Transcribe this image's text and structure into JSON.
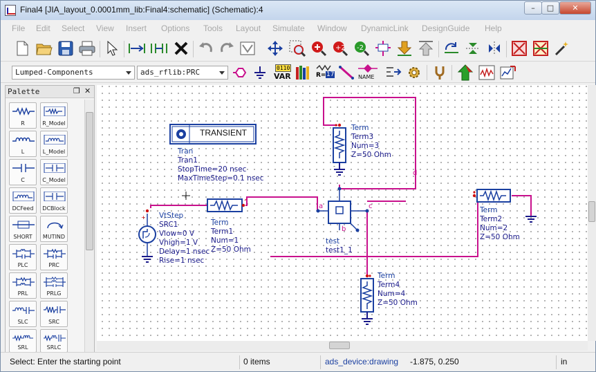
{
  "window": {
    "title": "Final4 [JIA_layout_0.0001mm_lib:Final4:schematic] (Schematic):4",
    "controls": [
      "–",
      "□",
      "✕"
    ]
  },
  "menu": [
    "File",
    "Edit",
    "Select",
    "View",
    "Insert",
    "Options",
    "Tools",
    "Layout",
    "Simulate",
    "Window",
    "DynamicLink",
    "DesignGuide",
    "Help"
  ],
  "toolbar2": {
    "library_combo": "Lumped-Components",
    "model_combo": "ads_rflib:PRC",
    "var_label": "VAR",
    "var_top": "0110",
    "r_label": "R=",
    "r_value": "17",
    "name_label": "NAME"
  },
  "palette": {
    "title": "Palette",
    "items": [
      "R",
      "R_Model",
      "L",
      "L_Model",
      "C",
      "C_Model",
      "DCFeed",
      "DCBlock",
      "SHORT",
      "MUTIND",
      "PLC",
      "PRC",
      "PRL",
      "PRLG",
      "SLC",
      "SRC",
      "SRL",
      "SRLC"
    ]
  },
  "schematic": {
    "tran": {
      "box_label": "TRANSIENT",
      "lines": [
        "Tran",
        "Tran1",
        "StopTime=20 nsec",
        "MaxTimeStep=0.1 nsec"
      ]
    },
    "src": {
      "lines": [
        "VtStep",
        "SRC1",
        "Vlow=0 V",
        "Vhigh=1 V",
        "Delay=1 nsec",
        "Rise=1 nsec"
      ]
    },
    "term1": {
      "lines": [
        "Term",
        "Term1",
        "Num=1",
        "Z=50 Ohm"
      ]
    },
    "term2": {
      "lines": [
        "Term",
        "Term2",
        "Num=2",
        "Z=50 Ohm"
      ]
    },
    "term3": {
      "lines": [
        "Term",
        "Term3",
        "Num=3",
        "Z=50 Ohm"
      ]
    },
    "term4": {
      "lines": [
        "Term",
        "Term4",
        "Num=4",
        "Z=50 Ohm"
      ]
    },
    "device": {
      "lines": [
        "test",
        "test1_1"
      ],
      "pins": {
        "a": "a",
        "b": "b",
        "c": "c",
        "d": "d"
      }
    }
  },
  "status": {
    "message": "Select: Enter the starting point",
    "items": "0 items",
    "layer": "ads_device:drawing",
    "coords": "-1.875, 0.250",
    "units": "in"
  },
  "colors": {
    "wire": "#c8108c",
    "component": "#1a3fa0",
    "pin": "#d01010",
    "ground": "#1a1a8a"
  }
}
